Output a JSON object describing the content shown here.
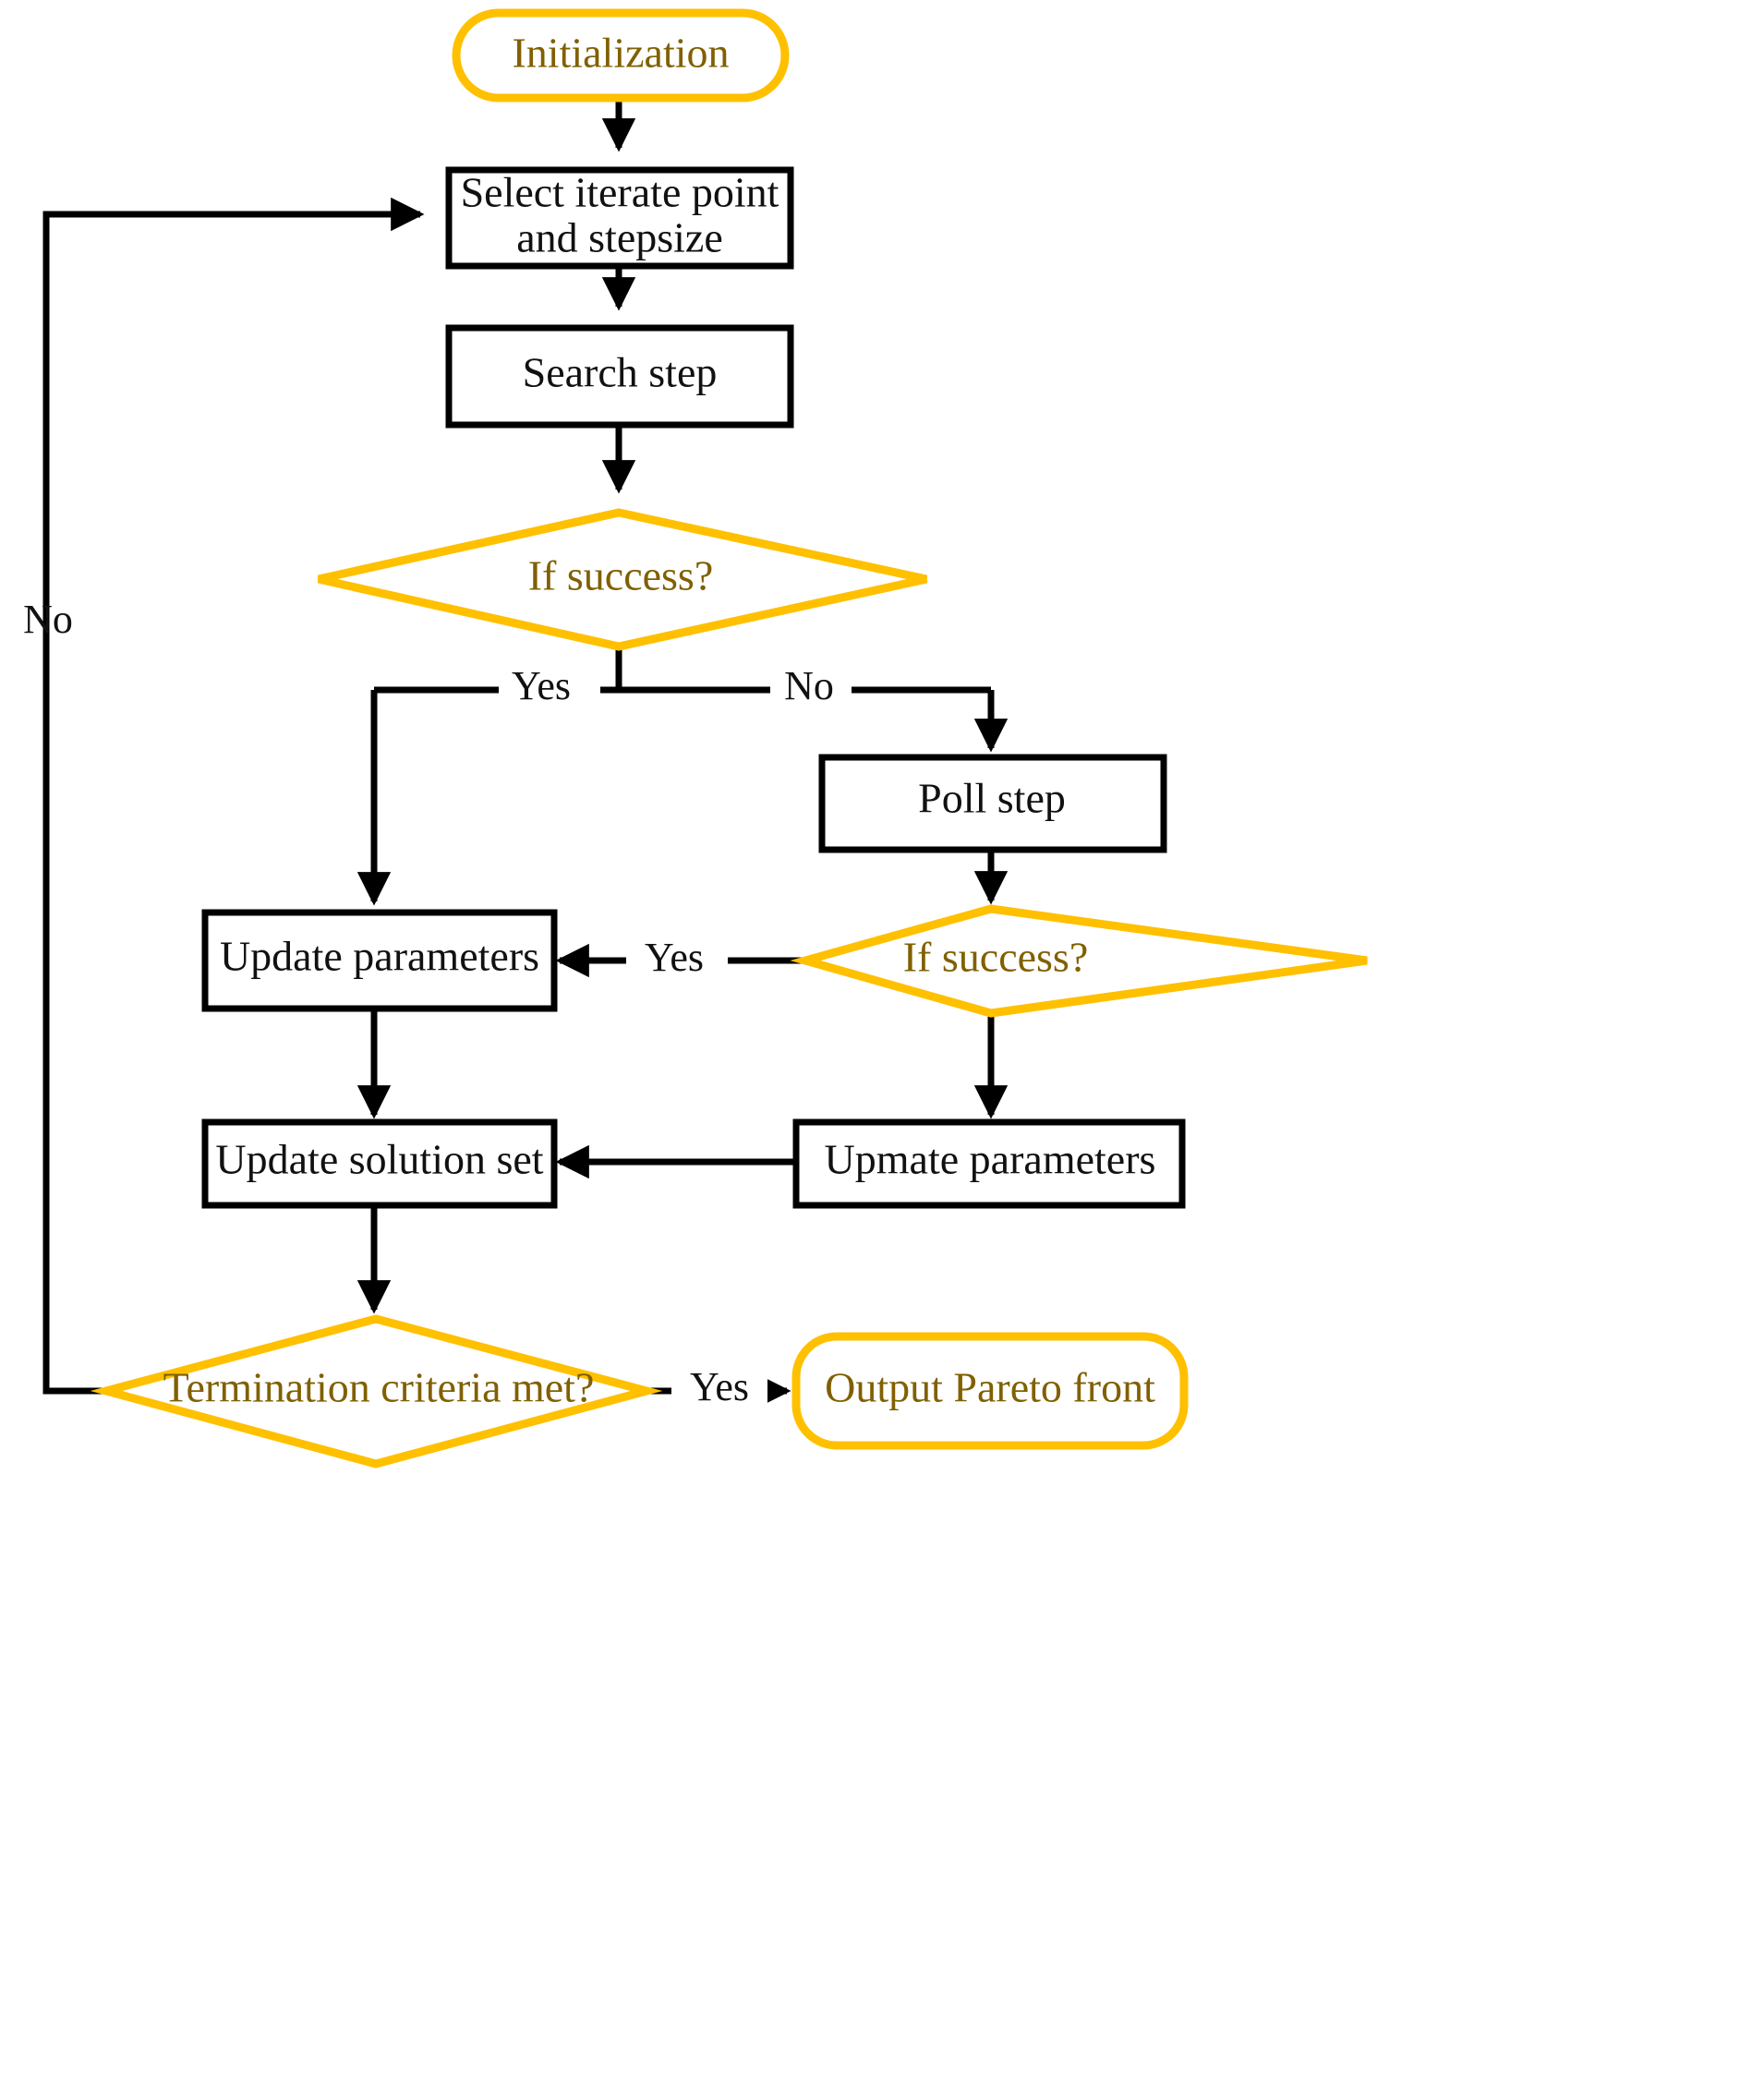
{
  "diagram": {
    "title": "Direct search multi-objective optimization flowchart",
    "colors": {
      "accent": "#FFC000",
      "accent_text": "#806000",
      "line": "#000000",
      "background": "#FFFFFF"
    },
    "nodes": [
      {
        "id": "initialization",
        "label": "Initialization",
        "shape": "terminator",
        "style": "accent"
      },
      {
        "id": "select-iterate",
        "label": "Select iterate point",
        "label2": "and stepsize",
        "shape": "process",
        "style": "dark"
      },
      {
        "id": "search-step",
        "label": "Search step",
        "shape": "process",
        "style": "dark"
      },
      {
        "id": "if-success-search",
        "label": "If success?",
        "shape": "decision",
        "style": "accent"
      },
      {
        "id": "poll-step",
        "label": "Poll step",
        "shape": "process",
        "style": "dark"
      },
      {
        "id": "if-success-poll",
        "label": "If success?",
        "shape": "decision",
        "style": "accent"
      },
      {
        "id": "update-parameters",
        "label": "Update parameters",
        "shape": "process",
        "style": "dark"
      },
      {
        "id": "upmate-parameters",
        "label": "Upmate parameters",
        "shape": "process",
        "style": "dark"
      },
      {
        "id": "update-solution-set",
        "label": "Update solution set",
        "shape": "process",
        "style": "dark"
      },
      {
        "id": "termination-criteria",
        "label": "Termination criteria met?",
        "shape": "decision",
        "style": "accent"
      },
      {
        "id": "output-pareto-front",
        "label": "Output Pareto front",
        "shape": "terminator",
        "style": "accent"
      }
    ],
    "edge_labels": {
      "search_yes": "Yes",
      "search_no": "No",
      "poll_yes": "Yes",
      "termination_yes": "Yes",
      "termination_no": "No"
    }
  }
}
